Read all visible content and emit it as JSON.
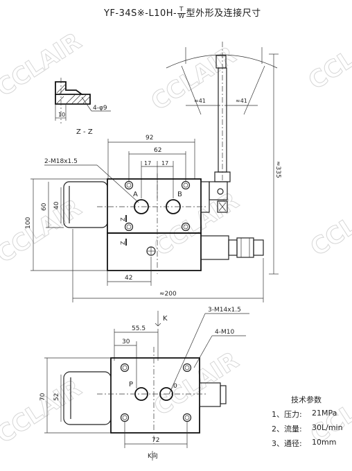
{
  "title": {
    "prefix": "YF-34S※-L10H-",
    "frac_top": "T",
    "frac_bottom": "W",
    "suffix": "型外形及连接尺寸"
  },
  "watermark": "CCLAIR",
  "labels": {
    "hole": "4-φ9",
    "hole_dim": "10",
    "section": "Z - Z",
    "dim_92": "92",
    "dim_62": "62",
    "dim_17a": "17",
    "dim_17b": "17",
    "thread_top": "2-M18x1.5",
    "port_a": "A",
    "port_b": "B",
    "z1": "Z",
    "z2": "Z",
    "dim_60": "60",
    "dim_40": "40",
    "dim_100": "100",
    "dim_42": "42",
    "dim_200": "≈200",
    "dim_335": "≈335",
    "angle_left": "≈41",
    "angle_right": "≈41",
    "view_k_top": "K",
    "thread_bottom": "3-M14x1.5",
    "thread_m10": "4-M10",
    "dim_55": "55.5",
    "dim_30": "30",
    "port_p": "P",
    "port_o": "0",
    "dim_70": "70",
    "dim_52": "52",
    "dim_72": "72",
    "view_k_bottom": "K向"
  },
  "tech": {
    "heading": "技术参数",
    "rows": [
      {
        "label": "1、压力:",
        "value": "21MPa"
      },
      {
        "label": "2、流量:",
        "value": "30L/min"
      },
      {
        "label": "3、通径:",
        "value": "10mm"
      }
    ]
  }
}
